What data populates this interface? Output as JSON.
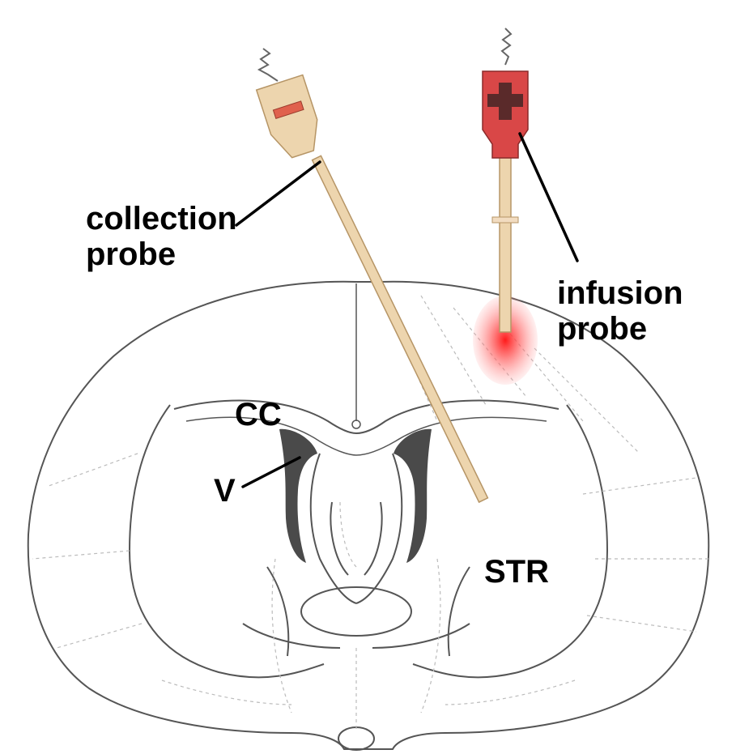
{
  "labels": {
    "collection_probe": {
      "line1": "collection",
      "line2": "probe"
    },
    "infusion_probe": {
      "line1": "infusion",
      "line2": "probe"
    },
    "corpus_callosum": "CC",
    "ventricle": "V",
    "striatum": "STR"
  },
  "colors": {
    "outline": "#555555",
    "faint_line": "#bbbbbb",
    "ventricle_fill": "#4a4a4a",
    "probe_tan": "#edd5ae",
    "probe_tan_stroke": "#b69566",
    "collection_mark": "#e0614d",
    "infusion_red": "#d94747",
    "infusion_dark": "#5a2a2a",
    "infusion_glow": "#ff2020",
    "callout": "#000000"
  },
  "icons": {
    "collection_probe_head": "minus-icon",
    "infusion_probe_head": "plus-icon"
  }
}
